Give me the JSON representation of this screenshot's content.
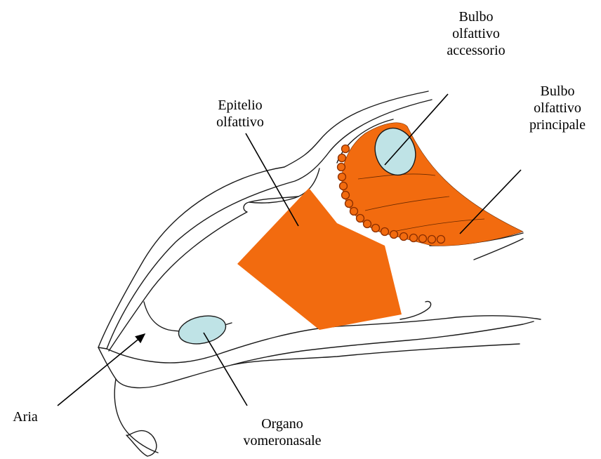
{
  "labels": {
    "accessory_bulb": [
      "Bulbo",
      "olfattivo",
      "accessorio"
    ],
    "main_bulb": [
      "Bulbo",
      "olfattivo",
      "principale"
    ],
    "olfactory_epithelium": [
      "Epitelio",
      "olfattivo"
    ],
    "air": "Aria",
    "vomeronasal_organ": [
      "Organo",
      "vomeronasale"
    ]
  },
  "colors": {
    "epithelium": "#f26b0f",
    "bulb": "#f26b0f",
    "accessory": "#bfe3e6",
    "outline": "#1a1a1a"
  }
}
